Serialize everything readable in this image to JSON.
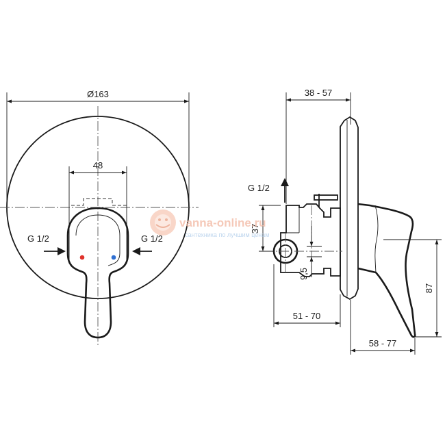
{
  "front_view": {
    "diameter_label": "Ø163",
    "width_label": "48",
    "left_inlet_label": "G 1/2",
    "right_inlet_label": "G 1/2",
    "hot_indicator_color": "#e0322b",
    "cold_indicator_color": "#2f6fd1"
  },
  "side_view": {
    "outlet_label": "G 1/2",
    "depth_top_label": "38 - 57",
    "height_37_label": "37",
    "height_9_5_label": "9,5",
    "depth_mid_label": "51 - 70",
    "height_87_label": "87",
    "depth_bottom_label": "58 - 77"
  },
  "watermark": {
    "site": "vanna-online.ru",
    "tagline": "сантехника по лучшим ценам"
  }
}
